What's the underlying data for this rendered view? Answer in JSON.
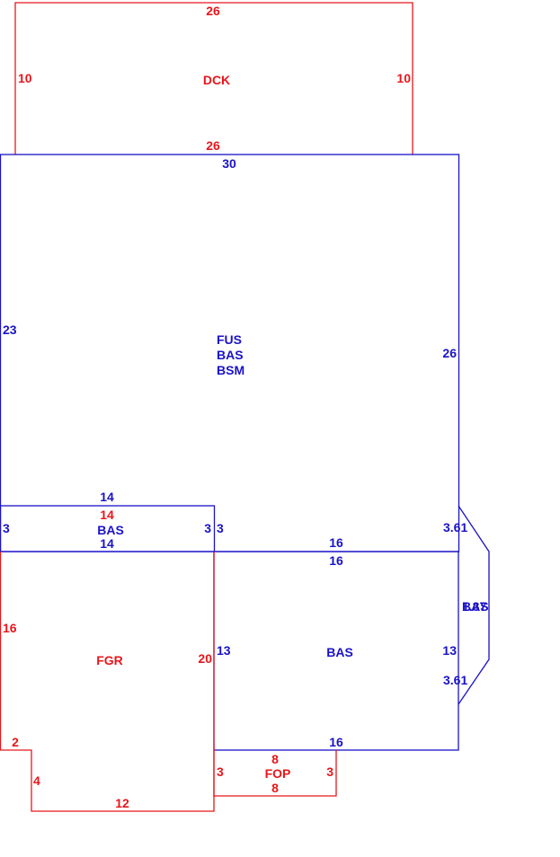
{
  "colors": {
    "red": "#e8161b",
    "blue": "#1a12c8",
    "background": "#ffffff"
  },
  "areas": {
    "deck": {
      "code": "DCK"
    },
    "main": {
      "codes": [
        "FUS",
        "BAS",
        "BSM"
      ]
    },
    "strip": {
      "code": "BAS"
    },
    "garage": {
      "code": "FGR"
    },
    "lower_bas": {
      "code": "BAS"
    },
    "bay": {
      "code": "BAS",
      "overlap_value": "1.37"
    },
    "porch": {
      "code": "FOP"
    }
  },
  "dimensions": {
    "deck_top": "26",
    "deck_left": "10",
    "deck_right": "10",
    "deck_bottom": "26",
    "main_top": "30",
    "main_left": "23",
    "main_right": "26",
    "strip_top_blue": "14",
    "strip_top_red": "14",
    "strip_bottom": "14",
    "strip_left": "3",
    "strip_right_left": "3",
    "strip_right_right": "3",
    "main_bottom_right": "16",
    "lower_top": "16",
    "bay_top": "3.61",
    "bay_bottom": "3.61",
    "garage_left": "16",
    "garage_right": "20",
    "garage_step": "2",
    "garage_notch": "4",
    "garage_bottom": "12",
    "lower_left": "13",
    "lower_right": "13",
    "lower_bottom": "16",
    "porch_top": "8",
    "porch_bottom": "8",
    "porch_left": "3",
    "porch_right": "3"
  }
}
